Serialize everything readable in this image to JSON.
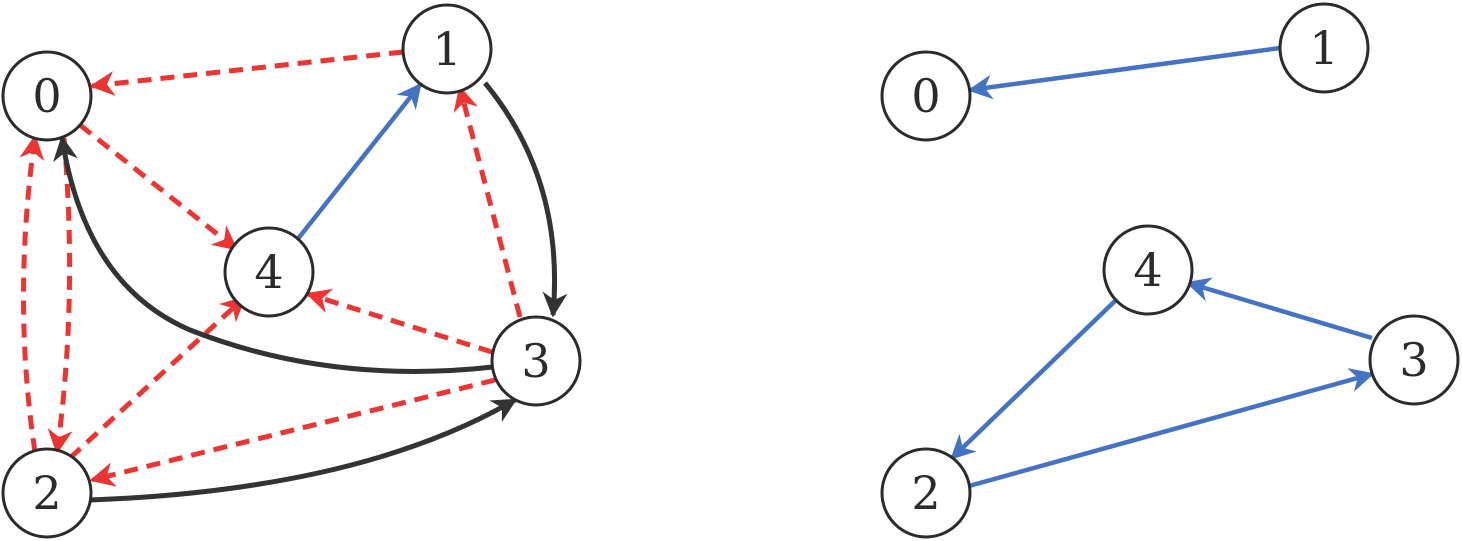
{
  "colors": {
    "black_edge": "#333333",
    "blue_edge": "#4472c4",
    "red_edge": "#ee3333",
    "node_stroke": "#2b2b2b"
  },
  "left_graph": {
    "nodes": [
      {
        "id": "0",
        "label": "0"
      },
      {
        "id": "1",
        "label": "1"
      },
      {
        "id": "2",
        "label": "2"
      },
      {
        "id": "3",
        "label": "3"
      },
      {
        "id": "4",
        "label": "4"
      }
    ],
    "edges": [
      {
        "from": "1",
        "to": "0",
        "style": "dashed-red"
      },
      {
        "from": "0",
        "to": "4",
        "style": "dashed-red"
      },
      {
        "from": "0",
        "to": "2",
        "style": "dashed-red"
      },
      {
        "from": "2",
        "to": "0",
        "style": "dashed-red"
      },
      {
        "from": "2",
        "to": "4",
        "style": "dashed-red"
      },
      {
        "from": "3",
        "to": "4",
        "style": "dashed-red"
      },
      {
        "from": "3",
        "to": "2",
        "style": "dashed-red"
      },
      {
        "from": "3",
        "to": "1",
        "style": "dashed-red"
      },
      {
        "from": "4",
        "to": "1",
        "style": "solid-blue"
      },
      {
        "from": "1",
        "to": "3",
        "style": "solid-black"
      },
      {
        "from": "3",
        "to": "0",
        "style": "solid-black"
      },
      {
        "from": "2",
        "to": "3",
        "style": "solid-black"
      }
    ]
  },
  "right_graph": {
    "nodes": [
      {
        "id": "0",
        "label": "0"
      },
      {
        "id": "1",
        "label": "1"
      },
      {
        "id": "2",
        "label": "2"
      },
      {
        "id": "3",
        "label": "3"
      },
      {
        "id": "4",
        "label": "4"
      }
    ],
    "edges": [
      {
        "from": "1",
        "to": "0",
        "style": "solid-blue"
      },
      {
        "from": "4",
        "to": "2",
        "style": "solid-blue"
      },
      {
        "from": "2",
        "to": "3",
        "style": "solid-blue"
      },
      {
        "from": "3",
        "to": "4",
        "style": "solid-blue"
      }
    ]
  }
}
